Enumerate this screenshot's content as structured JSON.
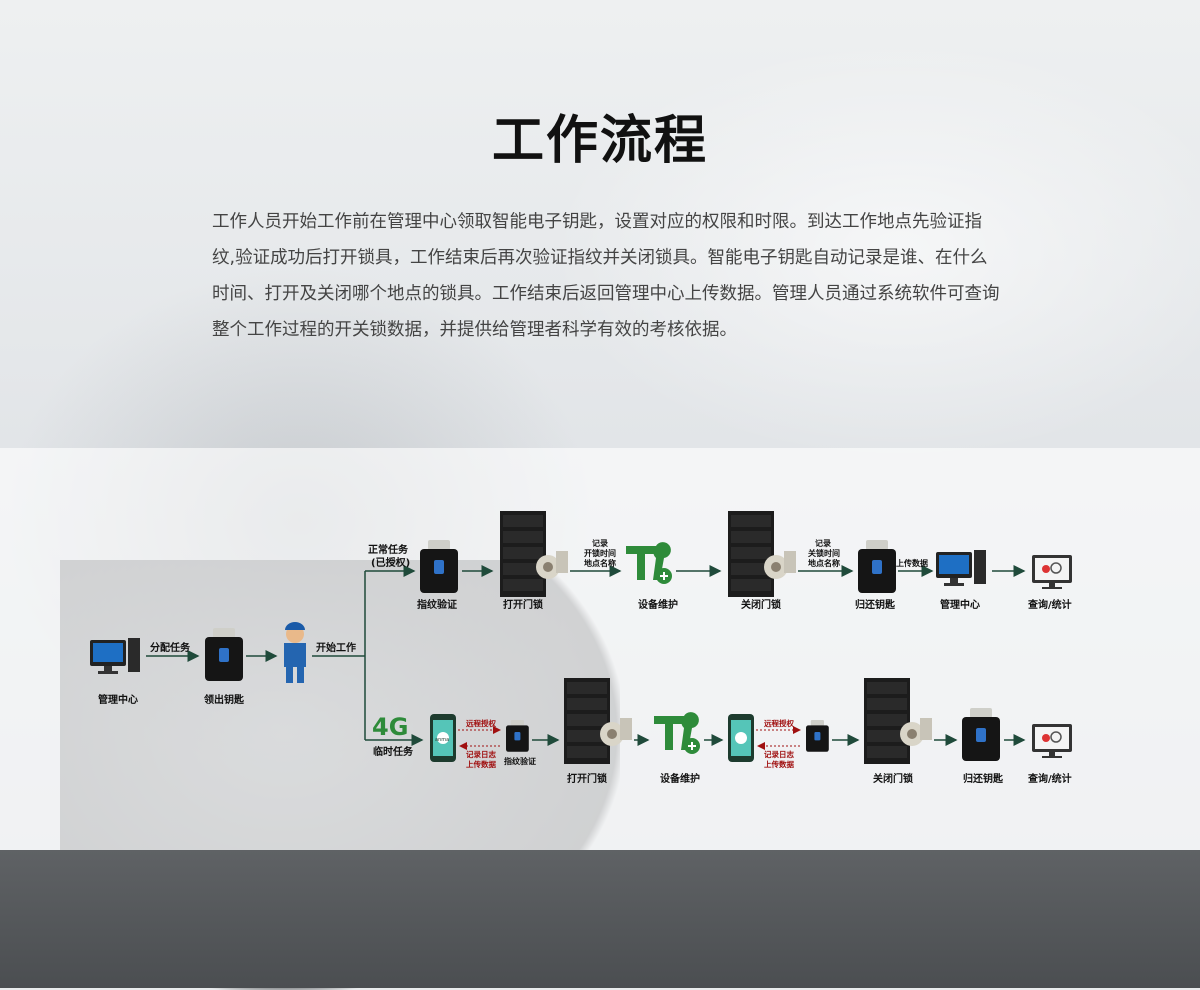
{
  "title": "工作流程",
  "description": "工作人员开始工作前在管理中心领取智能电子钥匙，设置对应的权限和时限。到达工作地点先验证指纹,验证成功后打开锁具，工作结束后再次验证指纹并关闭锁具。智能电子钥匙自动记录是谁、在什么时间、打开及关闭哪个地点的锁具。工作结束后返回管理中心上传数据。管理人员通过系统软件可查询整个工作过程的开关锁数据，并提供给管理者科学有效的考核依据。",
  "flow": {
    "start": {
      "mgmt_center": "管理中心",
      "assign_task": "分配任务",
      "get_key": "领出钥匙",
      "start_work": "开始工作"
    },
    "normal": {
      "branch_line1": "正常任务",
      "branch_line2": "(已授权)",
      "fingerprint": "指纹验证",
      "open_lock": "打开门锁",
      "record_open_1": "记录",
      "record_open_2": "开锁时间",
      "record_open_3": "地点名称",
      "maintain": "设备维护",
      "close_lock": "关闭门锁",
      "record_close_1": "记录",
      "record_close_2": "关锁时间",
      "record_close_3": "地点名称",
      "return_key": "归还钥匙",
      "upload": "上传数据",
      "mgmt_center": "管理中心",
      "query": "查询/统计"
    },
    "temp": {
      "net": "4G",
      "branch": "临时任务",
      "remote_auth": "远程授权",
      "log_1": "记录日志",
      "log_2": "上传数据",
      "fingerprint": "指纹验证",
      "open_lock": "打开门锁",
      "maintain": "设备维护",
      "remote_auth_2": "远程授权",
      "log_2_1": "记录日志",
      "log_2_2": "上传数据",
      "close_lock": "关闭门锁",
      "return_key": "归还钥匙",
      "query": "查询/统计",
      "app_brand": "anma"
    }
  },
  "colors": {
    "line": "#1f4a3a",
    "green": "#2e8b3a",
    "red_text": "#a01010"
  }
}
